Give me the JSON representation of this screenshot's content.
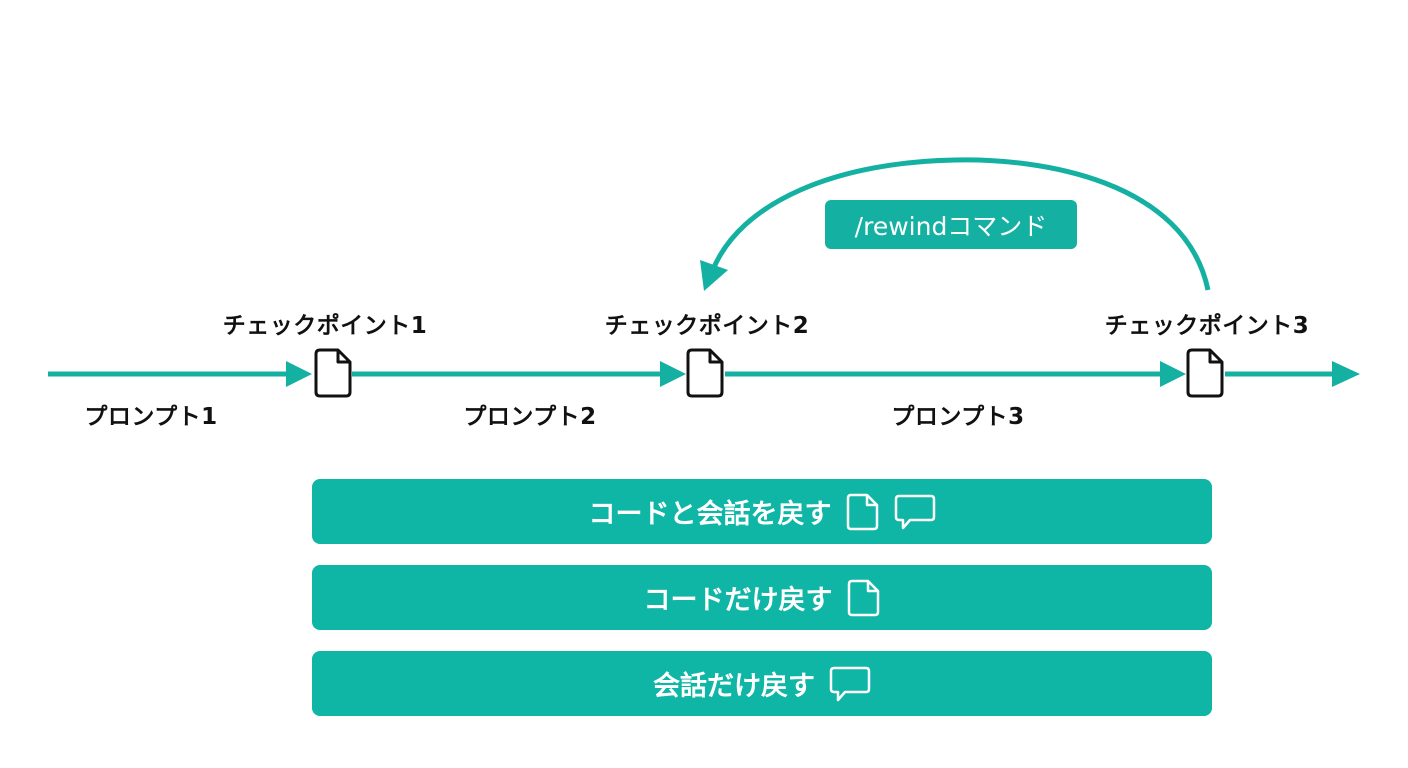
{
  "colors": {
    "accent": "#14b1a2",
    "button": "#0fb5a5",
    "text": "#111111"
  },
  "rewind_label": "/rewindコマンド",
  "checkpoints": [
    {
      "label": "チェックポイント1",
      "icon": "document-icon"
    },
    {
      "label": "チェックポイント2",
      "icon": "document-icon"
    },
    {
      "label": "チェックポイント3",
      "icon": "document-icon"
    }
  ],
  "prompts": [
    "プロンプト1",
    "プロンプト2",
    "プロンプト3"
  ],
  "options": [
    {
      "label": "コードと会話を戻す",
      "icons": [
        "document-icon",
        "speech-bubble-icon"
      ]
    },
    {
      "label": "コードだけ戻す",
      "icons": [
        "document-icon"
      ]
    },
    {
      "label": "会話だけ戻す",
      "icons": [
        "speech-bubble-icon"
      ]
    }
  ]
}
